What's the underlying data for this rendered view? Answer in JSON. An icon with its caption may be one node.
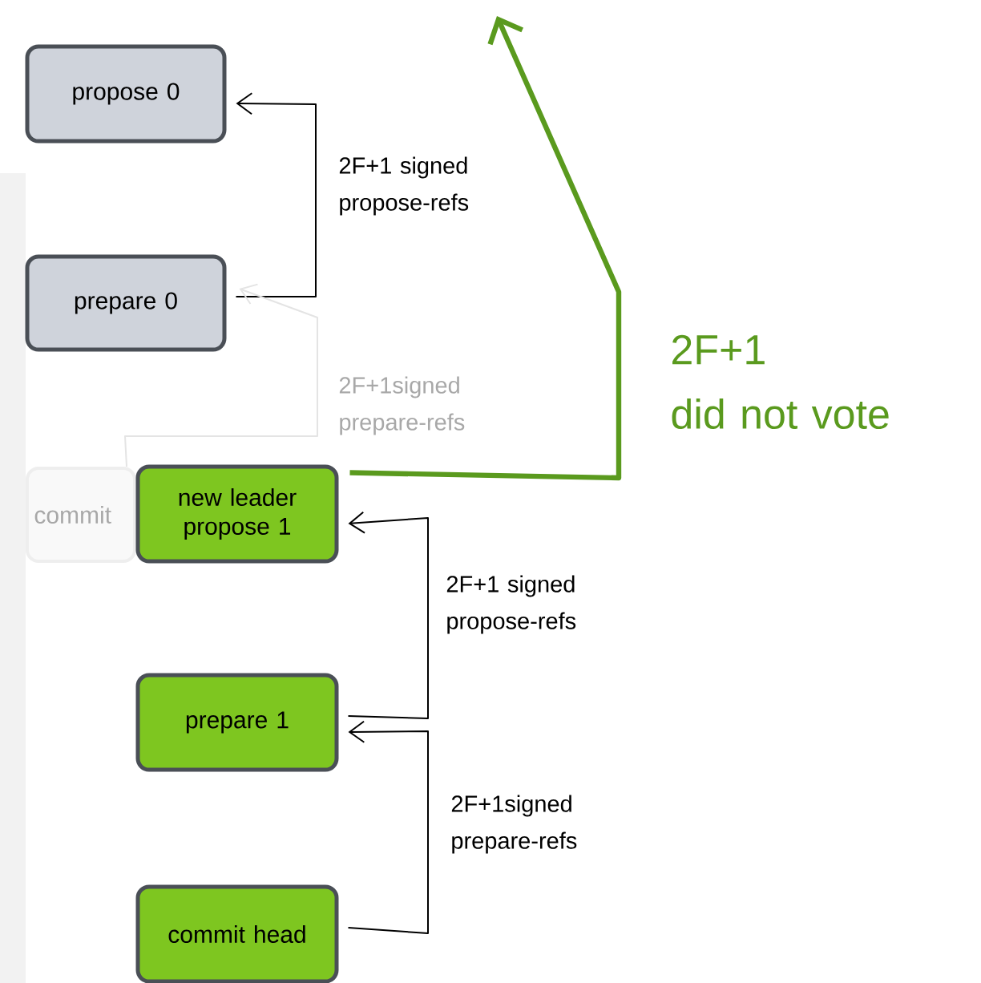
{
  "diagram": {
    "nodes": [
      {
        "text": [
          "propose 0"
        ]
      },
      {
        "text": [
          "prepare 0"
        ]
      },
      {
        "text": [
          "commit"
        ]
      },
      {
        "text": [
          "new leader propose 1"
        ]
      },
      {
        "text": [
          "prepare 1"
        ]
      },
      {
        "text": [
          "commit head"
        ]
      }
    ],
    "edges": [
      {
        "from": 1,
        "to": 0,
        "arrow": "to",
        "label": "2F+1 signed propose-refs"
      },
      {
        "from": 2,
        "to": 1,
        "arrow": "to",
        "label": "2F+1signed prepare-refs",
        "color": "#e4e4e4"
      },
      {
        "from": 3,
        "to": null,
        "arrow": "to",
        "style": "thick",
        "color": "#5a9a1e"
      },
      {
        "from": 4,
        "to": 3,
        "arrow": "to",
        "label": "2F+1 signed propose-refs"
      },
      {
        "from": 5,
        "to": 4,
        "arrow": "to",
        "label": "2F+1signed prepare-refs"
      }
    ],
    "labels": [
      "2F+1",
      "did not vote"
    ]
  }
}
